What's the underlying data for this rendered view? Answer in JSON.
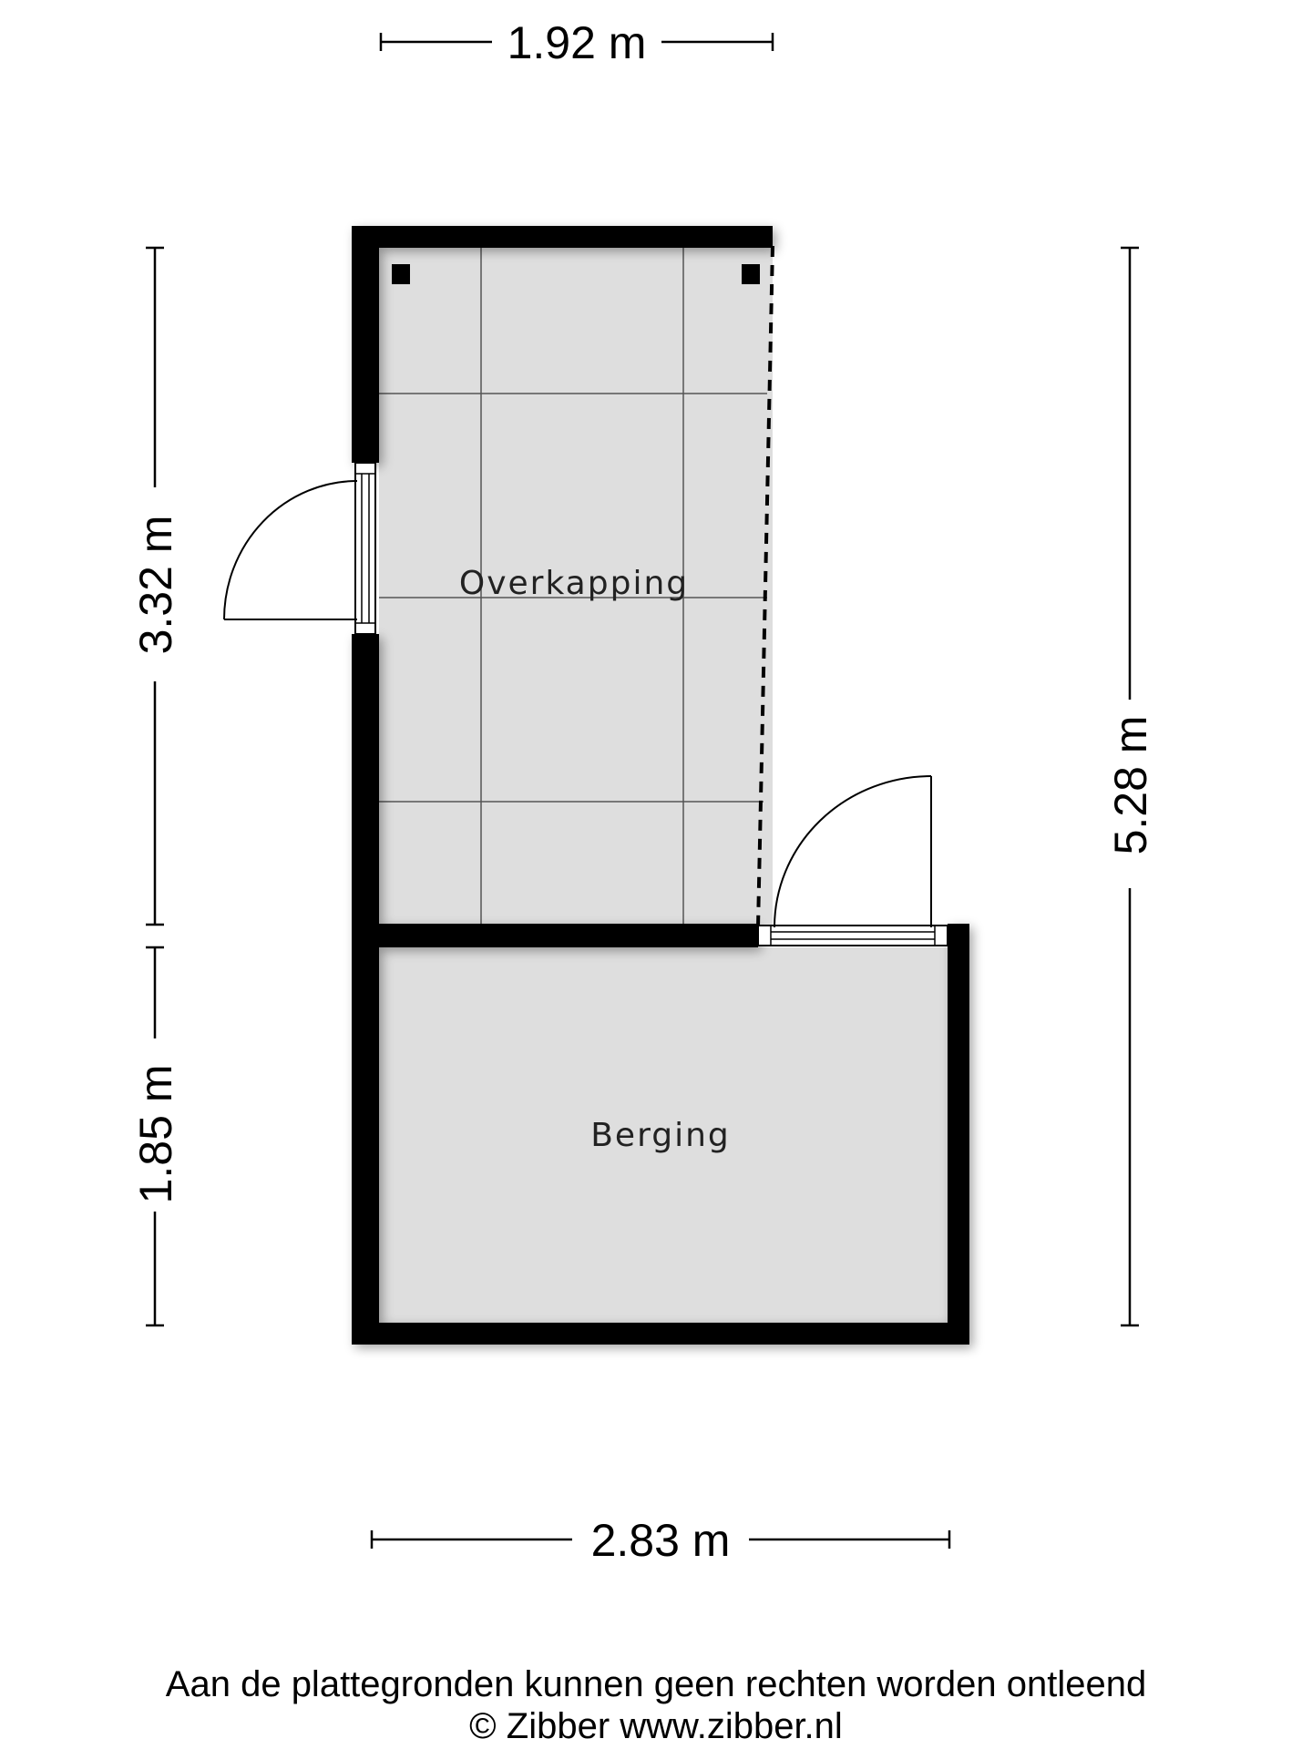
{
  "dimensions": {
    "top_width": "1.92 m",
    "bottom_width": "2.83 m",
    "left_upper_height": "3.32 m",
    "left_lower_height": "1.85 m",
    "right_total_height": "5.28 m"
  },
  "rooms": {
    "overkapping": "Overkapping",
    "berging": "Berging"
  },
  "footer": {
    "disclaimer": "Aan de plattegronden kunnen geen rechten worden ontleend",
    "copyright": "© Zibber www.zibber.nl"
  }
}
